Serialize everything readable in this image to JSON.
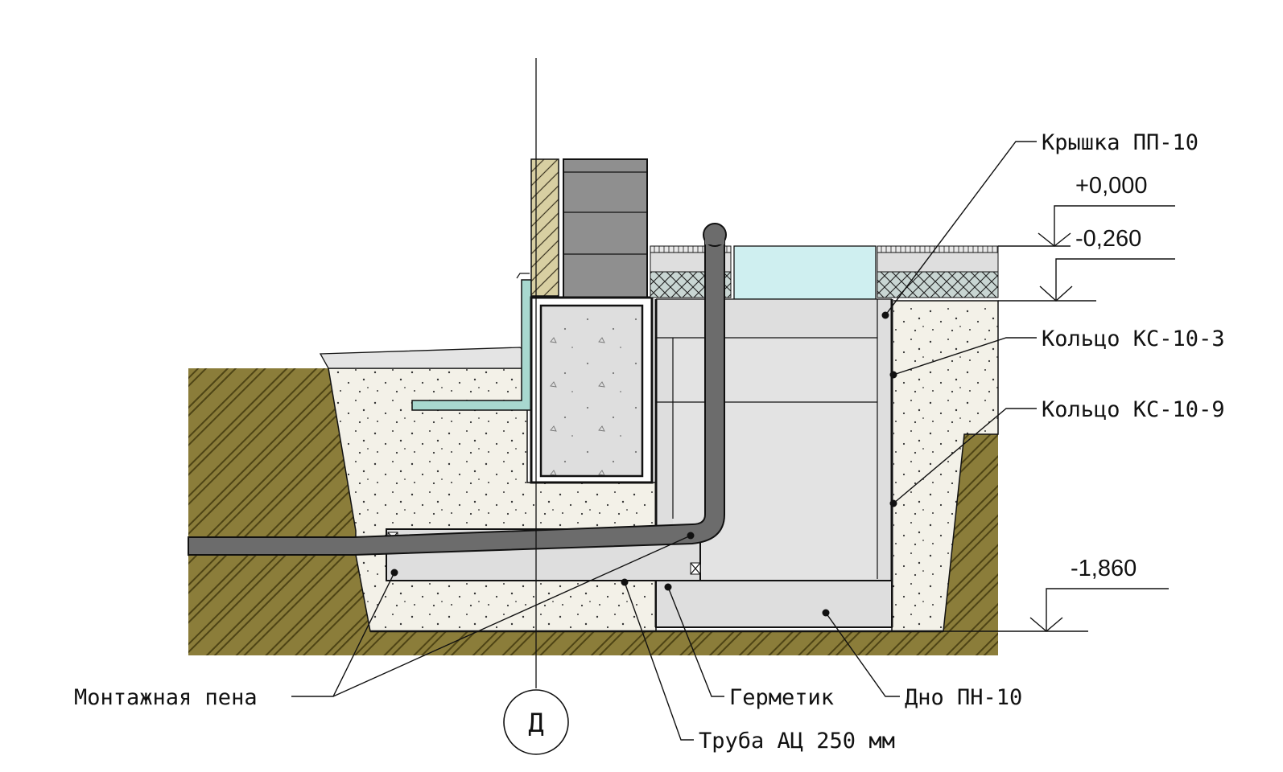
{
  "labels": {
    "cover": "Крышка ПП-10",
    "ring_ks_10_3": "Кольцо КС-10-3",
    "ring_ks_10_9": "Кольцо КС-10-9",
    "foam": "Монтажная пена",
    "sealant": "Герметик",
    "bottom": "Дно ПН-10",
    "pipe": "Труба АЦ 250 мм"
  },
  "levels": {
    "zero": "+0,000",
    "top": "-0,260",
    "bottom": "-1,860"
  },
  "axis": {
    "letter": "Д"
  },
  "colors": {
    "soil": "#8b7d3a",
    "soil_hatch": "#4e4415",
    "backfill": "#f3f1e8",
    "concrete": "#dedede",
    "pipe": "#6c6c6c",
    "brick_wall": "#8f8f8f",
    "facade_cladding": "#d8cfa2",
    "waterproofing": "#a8d8cf",
    "manhole_cover": "#cfeff0",
    "insulation": "#c9d6d3"
  }
}
